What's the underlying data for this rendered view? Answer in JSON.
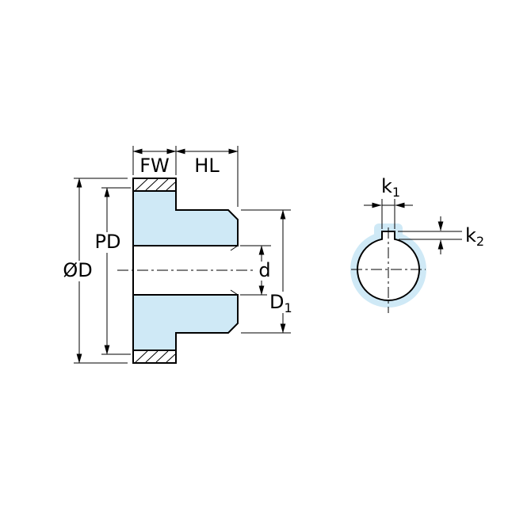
{
  "colors": {
    "fill": "#cfe9f6",
    "line": "#000000",
    "background": "#ffffff"
  },
  "labels": {
    "face_width": "FW",
    "hub_length": "HL",
    "pitch_diameter": "PD",
    "outside_diameter": "ØD",
    "bore_diameter": "d",
    "hub_diameter_base": "D",
    "hub_diameter_sub": "1",
    "keyway_width_base": "k",
    "keyway_width_sub": "1",
    "keyway_depth_base": "k",
    "keyway_depth_sub": "2"
  }
}
